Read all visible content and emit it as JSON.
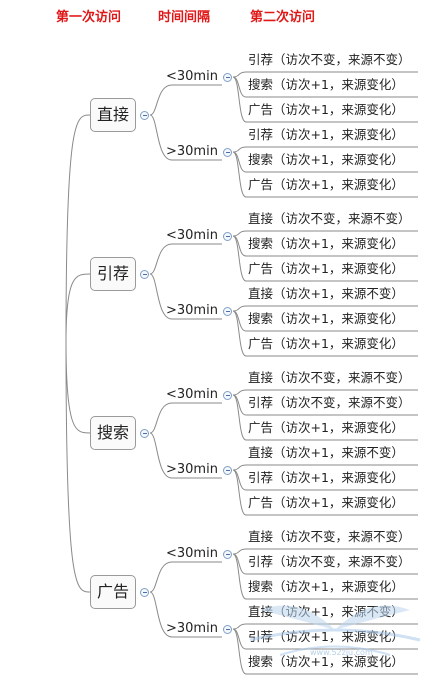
{
  "headers": {
    "first": "第一次访问",
    "interval": "时间间隔",
    "second": "第二次访问"
  },
  "intervals": {
    "short": "<30min",
    "long": ">30min"
  },
  "groups": [
    {
      "label": "直接",
      "short": [
        "引荐（访次不变，来源不变）",
        "搜索（访次+1，来源变化）",
        "广告（访次+1，来源变化）"
      ],
      "long": [
        "引荐（访次+1，来源变化）",
        "搜索（访次+1，来源变化）",
        "广告（访次+1，来源变化）"
      ]
    },
    {
      "label": "引荐",
      "short": [
        "直接（访次不变，来源不变）",
        "搜索（访次+1，来源变化）",
        "广告（访次+1，来源变化）"
      ],
      "long": [
        "直接（访次+1，来源不变）",
        "搜索（访次+1，来源变化）",
        "广告（访次+1，来源变化）"
      ]
    },
    {
      "label": "搜索",
      "short": [
        "直接（访次不变，来源不变）",
        "引荐（访次不变，来源不变）",
        "广告（访次+1，来源变化）"
      ],
      "long": [
        "直接（访次+1，来源不变）",
        "引荐（访次+1，来源变化）",
        "广告（访次+1，来源变化）"
      ]
    },
    {
      "label": "广告",
      "short": [
        "直接（访次不变，来源不变）",
        "引荐（访次不变，来源不变）",
        "搜索（访次+1，来源变化）"
      ],
      "long": [
        "直接（访次+1，来源不变）",
        "引荐（访次+1，来源变化）",
        "搜索（访次+1，来源变化）"
      ]
    }
  ],
  "watermark": {
    "text": "www.52zju.com"
  },
  "colors": {
    "header": "#e01818",
    "line": "#8a8a8a",
    "toggle": "#7f9fc8"
  }
}
